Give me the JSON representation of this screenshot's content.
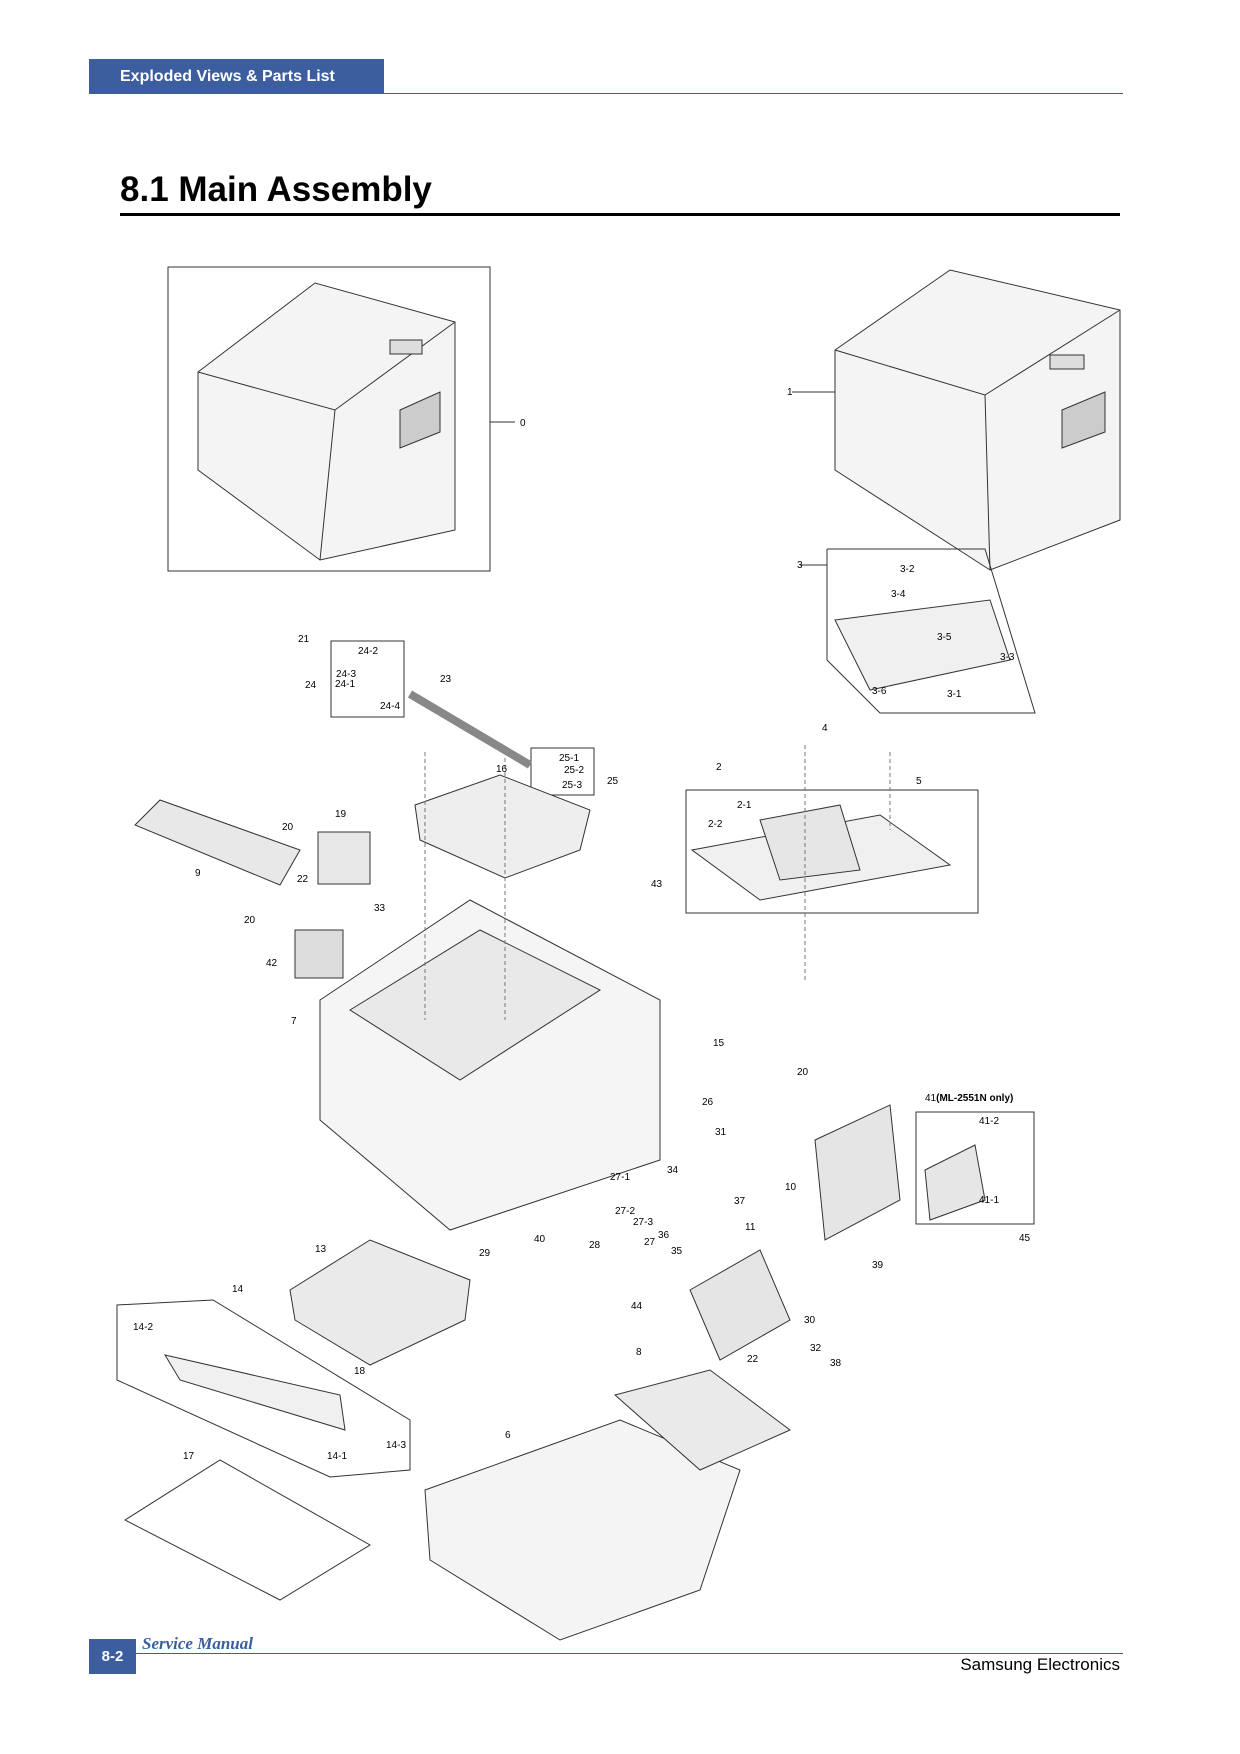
{
  "header": {
    "section_tab": "Exploded Views & Parts List"
  },
  "page": {
    "title": "8.1 Main Assembly"
  },
  "diagram": {
    "variant_label_number": "41",
    "variant_label_note": "(ML-2551N only)",
    "callouts": [
      "0",
      "1",
      "2",
      "2-1",
      "2-2",
      "3",
      "3-1",
      "3-2",
      "3-3",
      "3-4",
      "3-5",
      "3-6",
      "4",
      "5",
      "6",
      "7",
      "8",
      "9",
      "10",
      "11",
      "13",
      "14",
      "14-1",
      "14-2",
      "14-3",
      "15",
      "16",
      "17",
      "18",
      "19",
      "20",
      "20",
      "20",
      "21",
      "22",
      "22",
      "23",
      "24",
      "24-1",
      "24-2",
      "24-3",
      "24-4",
      "25",
      "25-1",
      "25-2",
      "25-3",
      "26",
      "27",
      "27-1",
      "27-2",
      "27-3",
      "28",
      "29",
      "30",
      "31",
      "32",
      "33",
      "34",
      "35",
      "36",
      "37",
      "38",
      "39",
      "40",
      "41-1",
      "41-2",
      "42",
      "43",
      "44",
      "45"
    ]
  },
  "footer": {
    "page_number": "8-2",
    "manual_label": "Service Manual",
    "company": "Samsung Electronics"
  }
}
